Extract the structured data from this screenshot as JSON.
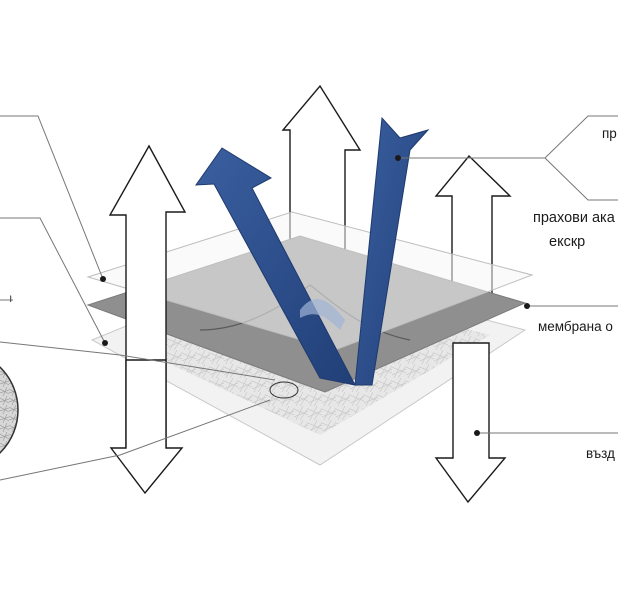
{
  "labels": {
    "top_right": "пр",
    "dust_line1": "прахови ака",
    "dust_line2": "екскр",
    "membrane": "мембрана о",
    "air": "възд",
    "left_fragment": "ı"
  },
  "colors": {
    "arrow_blue": "#2e4f8c",
    "arrow_blue_dark": "#1f3a6e",
    "membrane_gray": "#8f8f8f",
    "outline": "#1a1a1a",
    "leader_gray": "#777777"
  }
}
